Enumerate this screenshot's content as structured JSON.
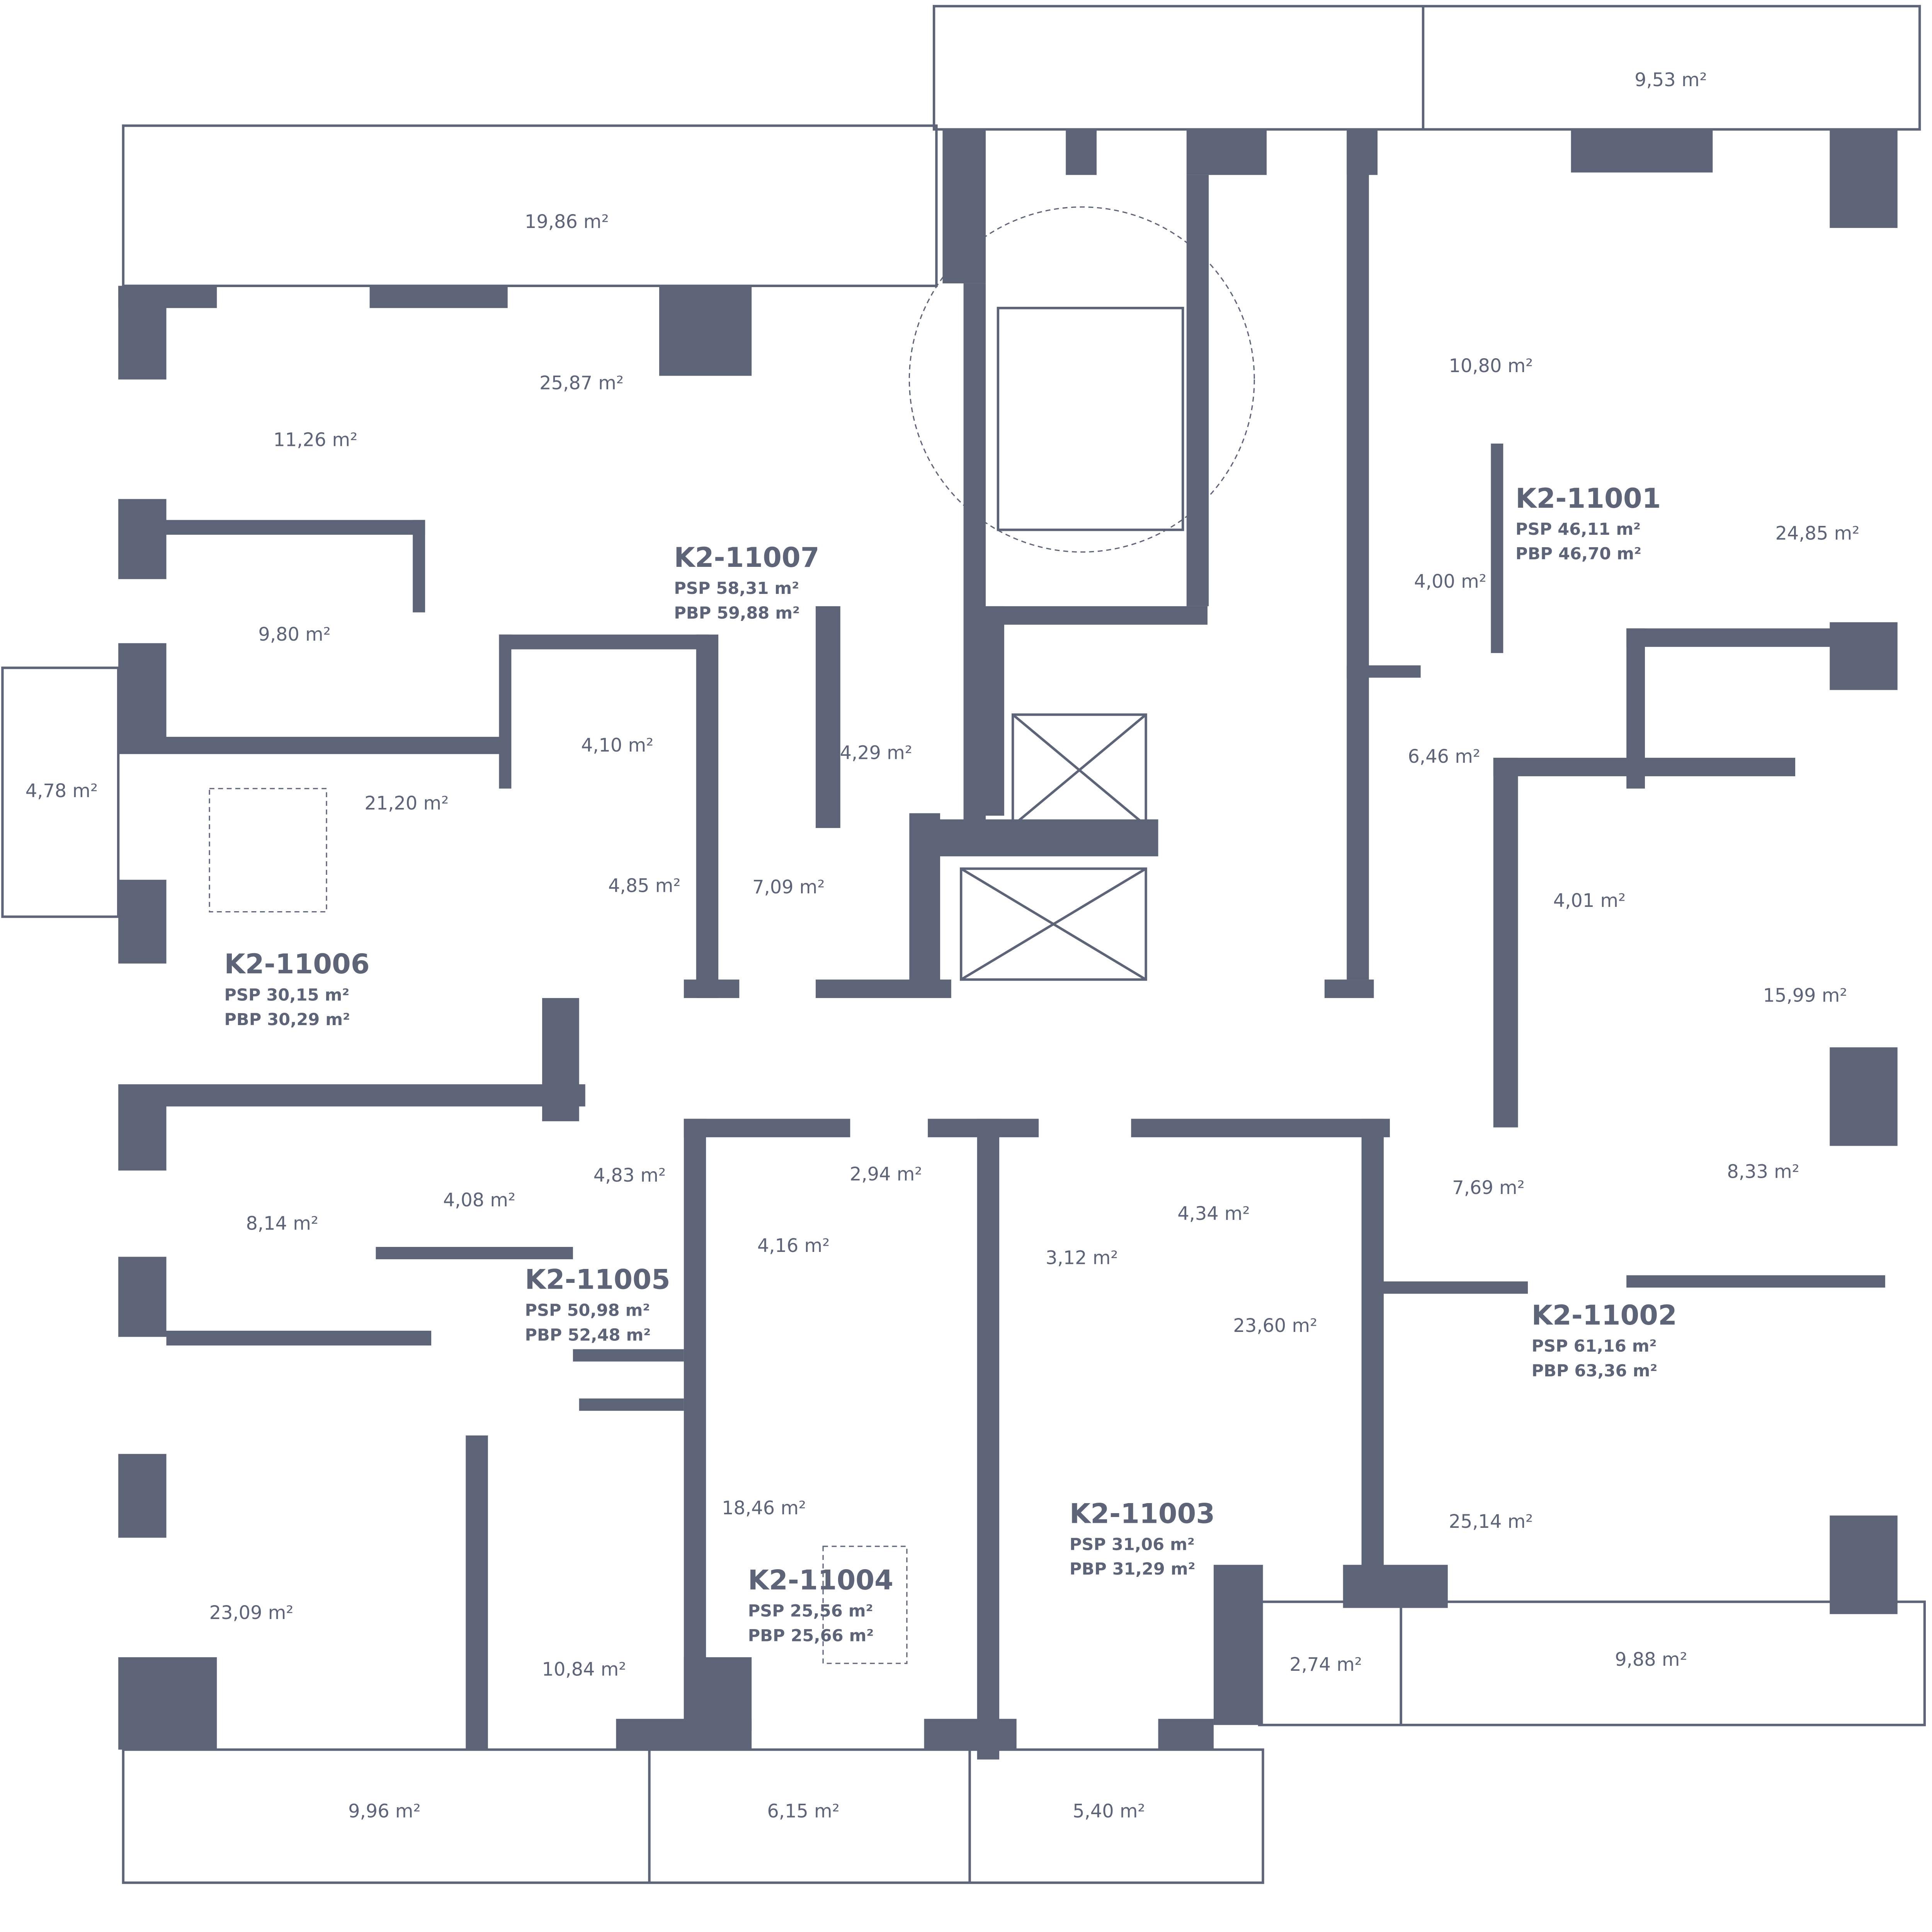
{
  "plan": {
    "wall_color": "#5d6477",
    "units": [
      {
        "id": "K2-11007",
        "psp": "PSP 58,31 m²",
        "pbp": "PBP 59,88 m²"
      },
      {
        "id": "K2-11001",
        "psp": "PSP 46,11 m²",
        "pbp": "PBP 46,70 m²"
      },
      {
        "id": "K2-11006",
        "psp": "PSP 30,15 m²",
        "pbp": "PBP 30,29 m²"
      },
      {
        "id": "K2-11005",
        "psp": "PSP 50,98 m²",
        "pbp": "PBP 52,48 m²"
      },
      {
        "id": "K2-11004",
        "psp": "PSP 25,56 m²",
        "pbp": "PBP 25,66 m²"
      },
      {
        "id": "K2-11003",
        "psp": "PSP 31,06 m²",
        "pbp": "PBP 31,29 m²"
      },
      {
        "id": "K2-11002",
        "psp": "PSP 61,16 m²",
        "pbp": "PBP 63,36 m²"
      }
    ],
    "rooms": [
      "19,86 m²",
      "9,53 m²",
      "11,26 m²",
      "25,87 m²",
      "9,80 m²",
      "4,78 m²",
      "21,20 m²",
      "4,10 m²",
      "4,29 m²",
      "4,85 m²",
      "7,09 m²",
      "10,80 m²",
      "24,85 m²",
      "4,00 m²",
      "6,46 m²",
      "4,01 m²",
      "15,99 m²",
      "8,33 m²",
      "7,69 m²",
      "8,14 m²",
      "4,08 m²",
      "4,83 m²",
      "2,94 m²",
      "4,16 m²",
      "3,12 m²",
      "4,34 m²",
      "23,60 m²",
      "18,46 m²",
      "23,09 m²",
      "10,84 m²",
      "25,14 m²",
      "2,74 m²",
      "9,88 m²",
      "9,96 m²",
      "6,15 m²",
      "5,40 m²"
    ]
  }
}
